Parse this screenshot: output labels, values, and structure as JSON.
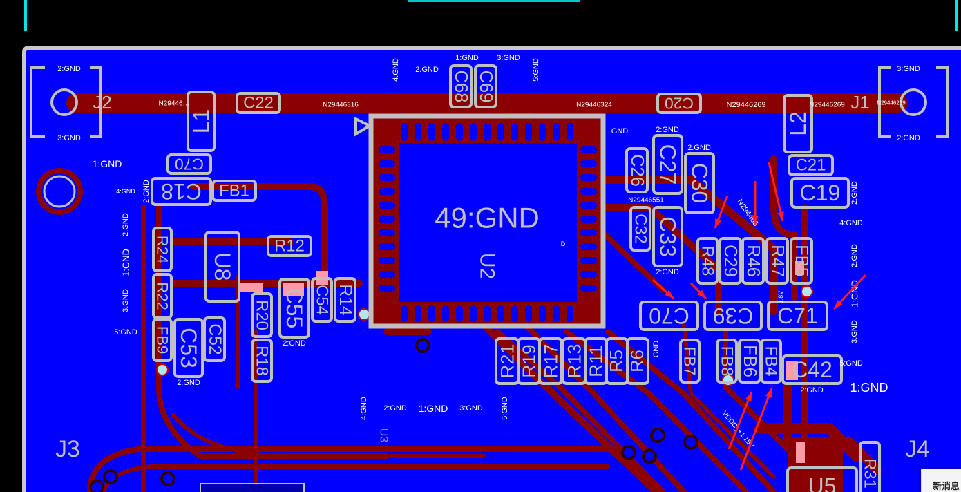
{
  "view": {
    "top_cut_text": "",
    "popup_text": "新消息"
  },
  "colors": {
    "board": "#0000ff",
    "copper": "#8b0000",
    "silkscreen": "#c0c0c0",
    "frame": "#00e5e5",
    "marker_arrow": "#ff2020",
    "pad_highlight": "#ff9aa8"
  },
  "chip": {
    "ref": "U2",
    "center_label": "49:GND"
  },
  "connectors": {
    "J1": "J1",
    "J2": "J2",
    "J3": "J3",
    "J4": "J4"
  },
  "components": {
    "L1": "L1",
    "L2": "L2",
    "C22": "C22",
    "C20": "C20",
    "C68": "C68",
    "C69": "C69",
    "C70a": "C70",
    "C18": "C18",
    "FB1": "FB1",
    "R12": "R12",
    "U8": "U8",
    "R24": "R24",
    "R22": "R22",
    "FB9": "FB9",
    "C53": "C53",
    "C52": "C52",
    "R20": "R20",
    "R18": "R18",
    "C55": "C55",
    "C54": "C54",
    "R14": "R14",
    "C26": "C26",
    "C27": "C27",
    "C30": "C30",
    "C32": "C32",
    "C33": "C33",
    "R48": "R48",
    "C29": "C29",
    "R46": "R46",
    "R47": "R47",
    "FB5": "FB5",
    "C21": "C21",
    "C19": "C19",
    "C70": "C70",
    "C39": "C39",
    "C71": "C71",
    "FB7": "FB7",
    "FB8": "FB8",
    "FB6": "FB6",
    "FB4": "FB4",
    "C42": "C42",
    "R21": "R21",
    "R19": "R19",
    "R17": "R17",
    "R13": "R13",
    "R11": "R11",
    "R5": "R5",
    "R6": "R6",
    "U5": "U5",
    "R31": "R31",
    "U3": "U3"
  },
  "nets": [
    "N29446…",
    "N29446316",
    "N29446324",
    "N29446269",
    "N29446269",
    "N29446269",
    "N29446551",
    "N294465",
    "VDDC_+1.15V",
    "1.8V"
  ],
  "pad_labels": [
    "2:GND",
    "3:GND",
    "1:GND",
    "4:GND",
    "2:GND",
    "1:GND",
    "3:GND",
    "5:GND",
    "4:GND",
    "2:GND",
    "1:GND",
    "3:GND",
    "5:GND",
    "3:GND",
    "2:GND",
    "GND",
    "4:GND",
    "2:GND",
    "1:GND",
    "3:GND",
    "5:GND",
    "1:GND",
    "4:GND",
    "2:GND",
    "1:GND",
    "3:GND",
    "5:GND",
    "GND",
    "2:GND",
    "2:GND",
    "2:GND",
    "2:GND",
    "2:GND",
    "2:GND",
    "2:GND",
    "2:GND"
  ]
}
